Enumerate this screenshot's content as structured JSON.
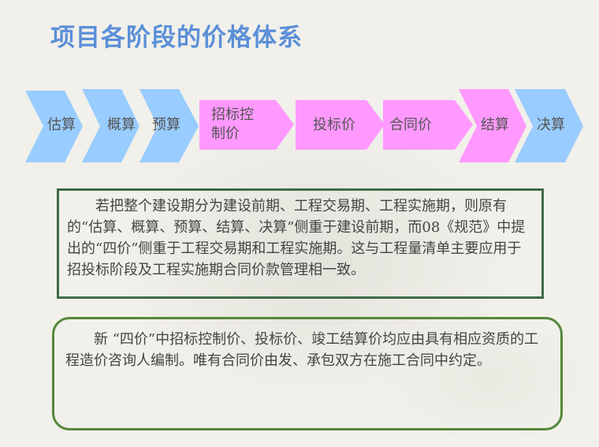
{
  "title": "项目各阶段的价格体系",
  "colors": {
    "title": "#5b8fd8",
    "phase_blue": "#99ccff",
    "phase_pink": "#ff99ff",
    "box1_border": "#3f6b47",
    "box2_border": "#55883a"
  },
  "flow": {
    "steps": [
      {
        "label": "估算",
        "color": "blue",
        "shape": "chevron"
      },
      {
        "label": "概算",
        "color": "blue",
        "shape": "chevron"
      },
      {
        "label": "预算",
        "color": "blue",
        "shape": "chevron"
      },
      {
        "label_line1": "招标控",
        "label_line2": "制价",
        "color": "pink",
        "shape": "pentagon"
      },
      {
        "label": "投标价",
        "color": "pink",
        "shape": "pentagon"
      },
      {
        "label": "合同价",
        "color": "pink",
        "shape": "pentagon"
      },
      {
        "label": "结算",
        "color": "pink",
        "shape": "chevron"
      },
      {
        "label": "决算",
        "color": "blue",
        "shape": "chevron"
      }
    ]
  },
  "box1": {
    "text": "若把整个建设期分为建设前期、工程交易期、工程实施期，则原有的“估算、概算、预算、结算、决算”侧重于建设前期，而08《规范》中提出的“四价”侧重于工程交易期和工程实施期。这与工程量清单主要应用于招投标阶段及工程实施期合同价款管理相一致。"
  },
  "box2": {
    "text": "新 “四价”中招标控制价、投标价、竣工结算价均应由具有相应资质的工程造价咨询人编制。唯有合同价由发、承包双方在施工合同中约定。"
  }
}
